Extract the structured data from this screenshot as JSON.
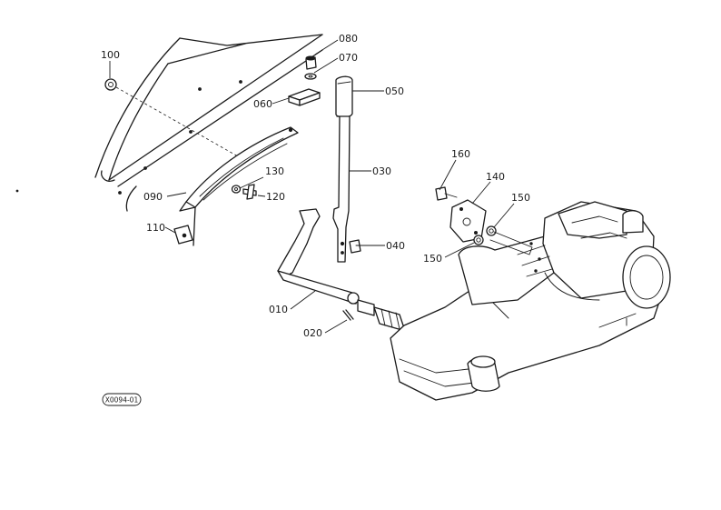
{
  "parts": [
    {
      "id": "part-010",
      "number": "010"
    },
    {
      "id": "part-020",
      "number": "020"
    },
    {
      "id": "part-030",
      "number": "030"
    },
    {
      "id": "part-040",
      "number": "040"
    },
    {
      "id": "part-050",
      "number": "050"
    },
    {
      "id": "part-060",
      "number": "060"
    },
    {
      "id": "part-070",
      "number": "070"
    },
    {
      "id": "part-080",
      "number": "080"
    },
    {
      "id": "part-090",
      "number": "090"
    },
    {
      "id": "part-100",
      "number": "100"
    },
    {
      "id": "part-110",
      "number": "110"
    },
    {
      "id": "part-120",
      "number": "120"
    },
    {
      "id": "part-130",
      "number": "130"
    },
    {
      "id": "part-140",
      "number": "140"
    },
    {
      "id": "part-150a",
      "number": "150"
    },
    {
      "id": "part-150b",
      "number": "150"
    },
    {
      "id": "part-160",
      "number": "160"
    }
  ],
  "reference_code": "X0094-01"
}
